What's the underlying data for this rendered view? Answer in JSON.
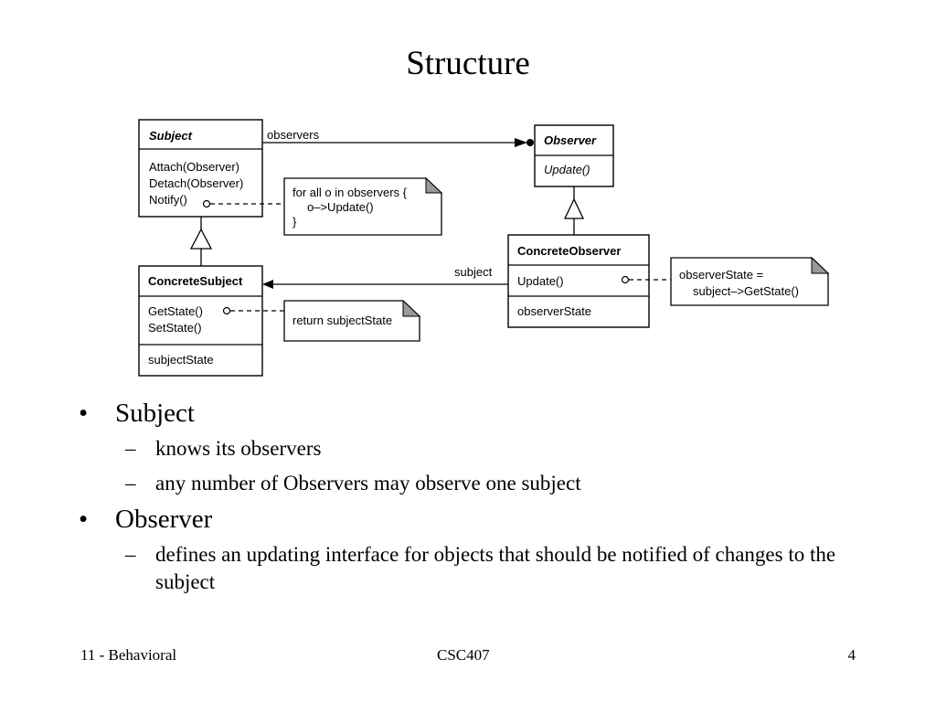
{
  "slide": {
    "title": "Structure"
  },
  "diagram": {
    "subject": {
      "name": "Subject",
      "ops": [
        "Attach(Observer)",
        "Detach(Observer)",
        "Notify()"
      ]
    },
    "observer": {
      "name": "Observer",
      "ops": [
        "Update()"
      ]
    },
    "concrete_subject": {
      "name": "ConcreteSubject",
      "ops": [
        "GetState()",
        "SetState()"
      ],
      "attrs": [
        "subjectState"
      ]
    },
    "concrete_observer": {
      "name": "ConcreteObserver",
      "ops": [
        "Update()"
      ],
      "attrs": [
        "observerState"
      ]
    },
    "labels": {
      "observers": "observers",
      "subject": "subject"
    },
    "notes": {
      "notify": [
        "for all o in observers {",
        "o–>Update()",
        "}"
      ],
      "get_state": [
        "return subjectState"
      ],
      "update": [
        "observerState =",
        "subject–>GetState()"
      ]
    }
  },
  "bullets": [
    {
      "text": "Subject",
      "subs": [
        "knows its observers",
        "any number of Observers may observe one subject"
      ]
    },
    {
      "text": "Observer",
      "subs": [
        "defines an updating interface for objects that should be notified of changes to the subject"
      ]
    }
  ],
  "markers": {
    "bullet": "•",
    "dash": "–"
  },
  "footer": {
    "left": "11 - Behavioral",
    "center": "CSC407",
    "right": "4"
  }
}
